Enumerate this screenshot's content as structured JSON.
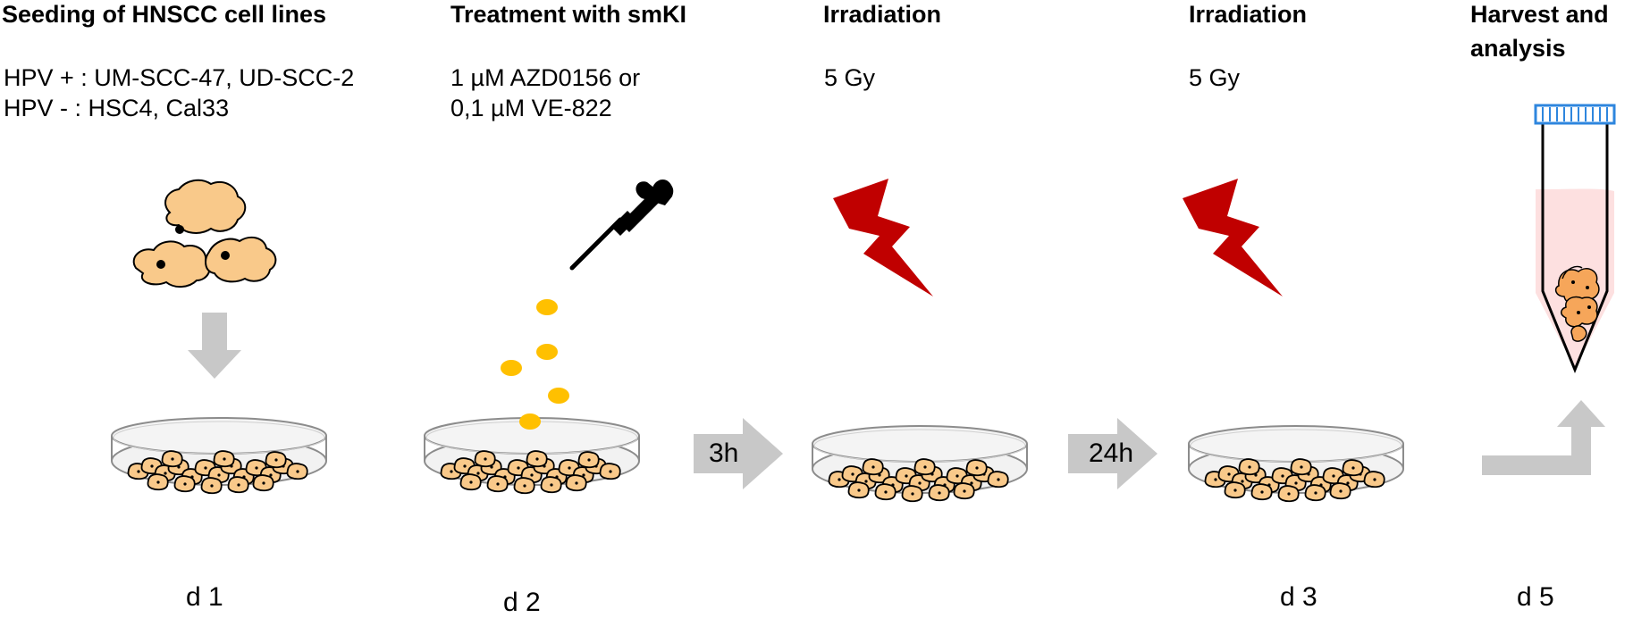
{
  "steps": [
    {
      "title": "Seeding of HNSCC cell lines",
      "lines": [
        "HPV + : UM-SCC-47, UD-SCC-2",
        "HPV - : HSC4, Cal33"
      ],
      "day": "d 1"
    },
    {
      "title": "Treatment with smKI",
      "lines": [
        "1 µM AZD0156 or",
        "0,1 µM VE-822"
      ],
      "day": "d 2"
    },
    {
      "title": "Irradiation",
      "lines": [
        "5 Gy"
      ],
      "day": ""
    },
    {
      "title": "Irradiation",
      "lines": [
        "5 Gy"
      ],
      "day": "d 3"
    },
    {
      "title_lines": [
        "Harvest and",
        "analysis"
      ],
      "day": "d 5"
    }
  ],
  "intervals": [
    "3h",
    "24h"
  ],
  "colors": {
    "cell_fill": "#f9c98a",
    "arrow_gray": "#c8c8c8",
    "lightning_red": "#c00000",
    "drop_yellow": "#ffc000",
    "tube_cap_blue": "#2e86de",
    "tube_liquid": "#fde0e0"
  },
  "icons": [
    "cell-cluster-icon",
    "pipette-icon",
    "lightning-icon",
    "culture-dish-icon",
    "falcon-tube-icon"
  ]
}
